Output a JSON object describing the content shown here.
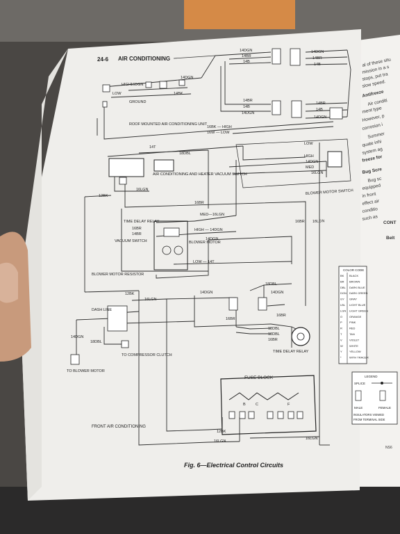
{
  "header": {
    "page_number": "24-6",
    "section": "AIR CONDITIONING"
  },
  "diagram": {
    "title": "Fig. 6—Electrical Control Circuits",
    "section_label": "FRONT AIR CONDITIONING",
    "components": {
      "roof_unit": "ROOF MOUNTED AIR CONDITIONING UNIT",
      "ac_switch": "AIR CONDITIONING AND HEATER VACUUM SWITCH",
      "blower_switch": "BLOWER MOTOR SWITCH",
      "time_delay_relay": "TIME DELAY RELAY",
      "vacuum_switch": "VACUUM SWITCH",
      "blower_motor": "BLOWER MOTOR",
      "blower_resistor": "BLOWER MOTOR RESISTOR",
      "dash_line": "DASH LINE",
      "compressor_clutch": "TO COMPRESSOR CLUTCH",
      "to_blower_motor": "TO BLOWER MOTOR",
      "fuse_block": "FUSE BLOCK",
      "time_delay_relay_bottom": "TIME DELAY RELAY",
      "ground": "GROUND"
    },
    "switch_positions": {
      "high": "HIGH",
      "low": "LOW",
      "med": "MED"
    },
    "wires": {
      "w14DGN": "14DGN",
      "w14BR": "14BR",
      "w14B": "14B",
      "w14T": "14T",
      "w16DGN": "16DGN",
      "w18DBL": "18DBL",
      "w12BK": "12BK",
      "w16LGN": "16LGN",
      "w16BR": "16BR",
      "w16BK_HIGH": "16BK — HIGH",
      "w16W_LOW": "16W — LOW",
      "w14BK": "14BK",
      "med16LGN": "MED—16LGN",
      "high14DGN": "HIGH — 14DGN",
      "low14T": "LOW — 14T"
    },
    "fuse_letters": [
      "B",
      "C",
      "F"
    ]
  },
  "color_code": {
    "title": "COLOR CODE",
    "rows": [
      [
        "BK",
        "BLACK"
      ],
      [
        "BR",
        "BROWN"
      ],
      [
        "DBL",
        "DARK BLUE"
      ],
      [
        "DGN",
        "DARK GREEN"
      ],
      [
        "GY",
        "GRAY"
      ],
      [
        "LBL",
        "LIGHT BLUE"
      ],
      [
        "LGN",
        "LIGHT GREEN"
      ],
      [
        "O",
        "ORANGE"
      ],
      [
        "P",
        "PINK"
      ],
      [
        "R",
        "RED"
      ],
      [
        "T",
        "TAN"
      ],
      [
        "V",
        "VIOLET"
      ],
      [
        "W",
        "WHITE"
      ],
      [
        "Y",
        "YELLOW"
      ],
      [
        "*",
        "WITH TRACER"
      ]
    ]
  },
  "legend": {
    "title": "LEGEND",
    "splice": "SPLICE",
    "male": "MALE",
    "female": "FEMALE",
    "insulators": "INSULATORS VIEWED",
    "terminal": "FROM TERMINAL SIDE"
  },
  "right_page": {
    "text_lines": [
      "al of these situ",
      "mission in a s",
      "stops, put tra",
      "slow speed."
    ],
    "antifreeze": "Antifreeze",
    "antifreeze_lines": [
      "Air conditi",
      "ment type",
      "However, p",
      "corrosion i",
      "Summer",
      "quate inhi",
      "system ag",
      "freeze for"
    ],
    "bug_screen": "Bug Scre",
    "bug_lines": [
      "Bug sc",
      "equipped",
      "in front",
      "effect air",
      "conditio",
      "such as"
    ],
    "cont": "CONT",
    "belt": "Belt",
    "page_tag": "NS6"
  }
}
